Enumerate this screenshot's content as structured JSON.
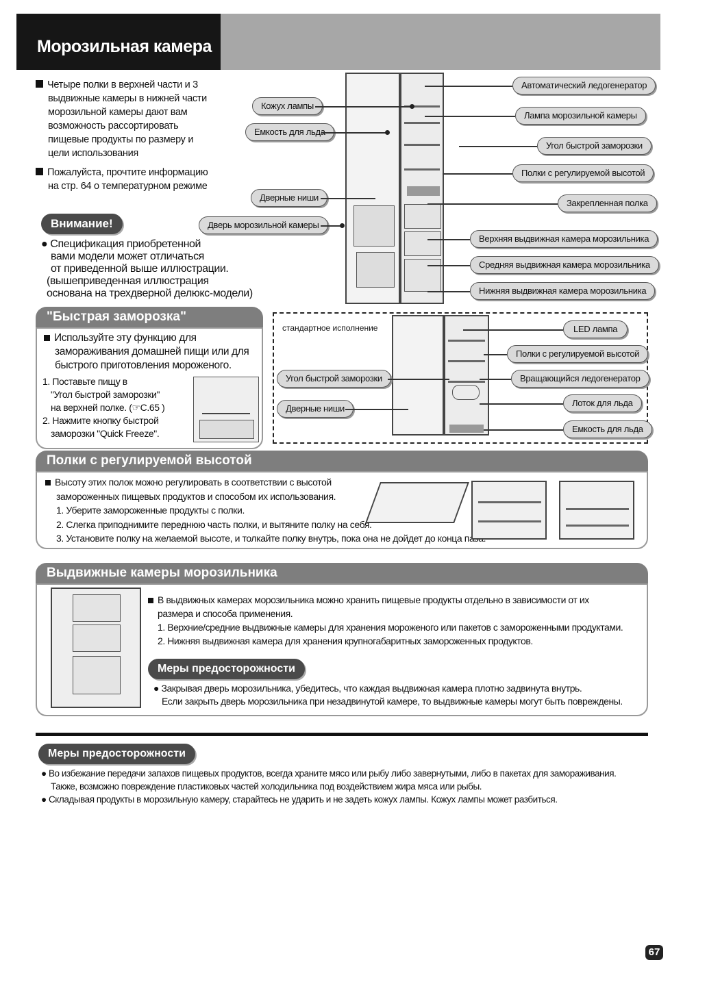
{
  "header": {
    "title": "Морозильная камера"
  },
  "intro": {
    "bullet1_lines": [
      "Четыре полки в верхней части и 3",
      "выдвижные камеры в нижней части",
      "морозильной камеры дают вам",
      "возможность рассортировать",
      "пищевые продукты по размеру и",
      "цели использования"
    ],
    "bullet2_lines": [
      "Пожалуйста, прочтите информацию",
      "на стр. 64 о температурном режиме"
    ]
  },
  "attention": {
    "label": "Внимание!",
    "lines": [
      "● Спецификация приобретенной",
      "вами модели может отличаться",
      "от приведенной выше иллюстрации.",
      "(вышеприведенная иллюстрация",
      "основана на трехдверной делюкс-модели)"
    ]
  },
  "diagram_labels": {
    "left": [
      "Кожух лампы",
      "Емкость для льда",
      "Дверные ниши",
      "Дверь морозильной камеры"
    ],
    "right": [
      "Автоматический ледогенератор",
      "Лампа морозильной камеры",
      "Угол быстрой заморозки",
      "Полки с регулируемой высотой",
      "Закрепленная полка",
      "Верхняя выдвижная камера морозильника",
      "Средняя выдвижная камера морозильника",
      "Нижняя выдвижная камера морозильника"
    ]
  },
  "quick_freeze": {
    "title": "\"Быстрая заморозка\"",
    "bullet_lines": [
      "Используйте эту функцию для",
      "замораживания домашней пищи или для",
      "быстрого приготовления мороженого."
    ],
    "step1_lines": [
      "1. Поставьте пищу в",
      "\"Угол быстрой заморозки\"",
      "на верхней полке. (☞C.65 )"
    ],
    "step2_lines": [
      "2. Нажмите кнопку быстрой",
      "заморозки \"Quick Freeze\"."
    ]
  },
  "standard": {
    "caption": "стандартное исполнение",
    "left": [
      "Угол быстрой заморозки",
      "Дверные ниши"
    ],
    "right": [
      "LED   лампа",
      "Полки с регулируемой высотой",
      "Вращающийся ледогенератор",
      "Лоток для льда",
      "Емкость для льда"
    ]
  },
  "shelves": {
    "title": "Полки с регулируемой высотой",
    "bullet_lines": [
      "Высоту этих полок можно регулировать в соответствии с высотой",
      "замороженных пищевых продуктов и способом их использования."
    ],
    "steps": [
      "1. Уберите замороженные продукты с полки.",
      "2. Слегка приподнимите переднюю часть полки, и вытяните полку на себя.",
      "3. Установите полку на желаемой высоте, и толкайте полку внутрь, пока она не дойдет до конца паза."
    ]
  },
  "drawers": {
    "title": "Выдвижные камеры морозильника",
    "bullet_lines": [
      "В выдвижных камерах морозильника можно хранить пищевые продукты отдельно в зависимости от их",
      "размера и способа применения."
    ],
    "steps": [
      "1. Верхние/средние выдвижные камеры для хранения мороженого или пакетов с замороженными продуктами.",
      "2. Нижняя выдвижная камера для хранения крупногабаритных замороженных продуктов."
    ],
    "caution_label": "Меры предосторожности",
    "caution_lines": [
      "● Закрывая дверь морозильника, убедитесь, что каждая выдвижная камера плотно задвинута внутрь.",
      "Если закрыть дверь морозильника при незадвинутой камере, то выдвижные камеры могут быть повреждены."
    ]
  },
  "bottom_caution": {
    "label": "Меры предосторожности",
    "lines": [
      "● Во избежание передачи запахов пищевых продуктов, всегда храните мясо или рыбу либо завернутыми, либо в пакетах для замораживания.",
      "Также, возможно повреждение пластиковых частей холодильника под воздействием жира мяса или рыбы.",
      "● Складывая продукты в морозильную камеру, старайтесь не ударить и не задеть кожух лампы. Кожух лампы может разбиться."
    ]
  },
  "page_number": "67"
}
